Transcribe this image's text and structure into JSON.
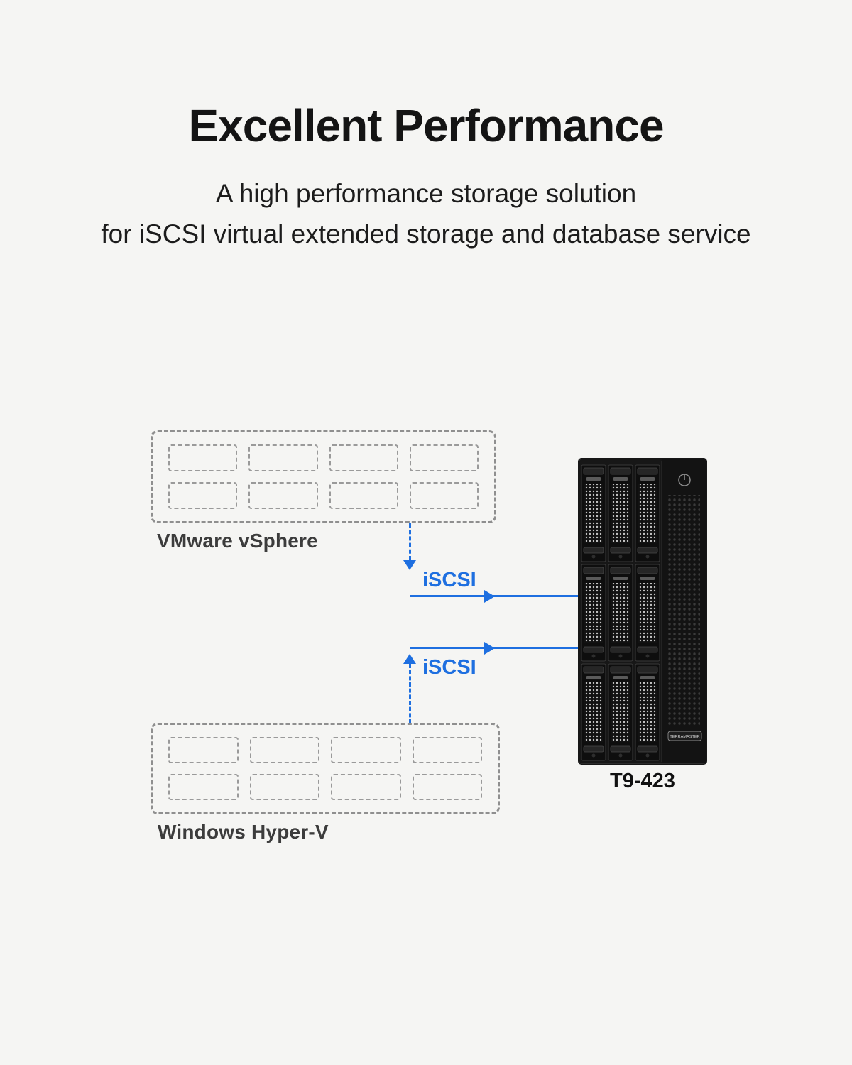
{
  "header": {
    "title": "Excellent Performance",
    "subtitle_line1": "A high performance storage solution",
    "subtitle_line2": "for iSCSI virtual extended storage and database service"
  },
  "diagram": {
    "vsphere": {
      "label": "VMware vSphere",
      "grid": {
        "rows": 2,
        "cols": 4
      }
    },
    "hyperv": {
      "label": "Windows Hyper-V",
      "grid": {
        "rows": 2,
        "cols": 4
      }
    },
    "iscsi_top_label": "iSCSI",
    "iscsi_bottom_label": "iSCSI",
    "device": {
      "model": "T9-423",
      "brand": "TERRAMASTER",
      "bays": 9
    }
  },
  "colors": {
    "accent": "#1e6fe0",
    "background": "#f5f5f3",
    "dashed_gray": "#8f8f8f"
  }
}
